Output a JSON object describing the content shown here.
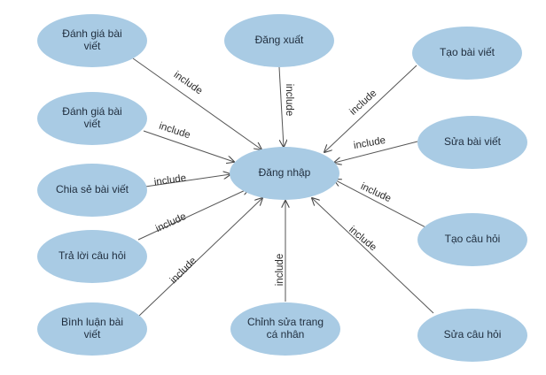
{
  "colors": {
    "ellipse_fill": "#a9cbe4",
    "edge": "#555555",
    "arrowhead": "#444444"
  },
  "center": {
    "lines": [
      "Đăng nhập"
    ]
  },
  "use_cases": [
    {
      "id": "uc-danh-gia-bai-viet-1",
      "lines": [
        "Đánh giá bài",
        "viết"
      ]
    },
    {
      "id": "uc-danh-gia-bai-viet-2",
      "lines": [
        "Đánh giá bài",
        "viết"
      ]
    },
    {
      "id": "uc-chia-se-bai-viet",
      "lines": [
        "Chia sẻ bài viết"
      ]
    },
    {
      "id": "uc-tra-loi-cau-hoi",
      "lines": [
        "Trả lời câu hỏi"
      ]
    },
    {
      "id": "uc-binh-luan-bai-viet",
      "lines": [
        "Bình luận bài",
        "viết"
      ]
    },
    {
      "id": "uc-dang-xuat",
      "lines": [
        "Đăng xuất"
      ]
    },
    {
      "id": "uc-chinh-sua-trang-ca-nhan",
      "lines": [
        "Chỉnh sửa trang",
        "cá nhân"
      ]
    },
    {
      "id": "uc-tao-bai-viet",
      "lines": [
        "Tạo bài viết"
      ]
    },
    {
      "id": "uc-sua-bai-viet",
      "lines": [
        "Sửa bài viết"
      ]
    },
    {
      "id": "uc-tao-cau-hoi",
      "lines": [
        "Tạo câu hỏi"
      ]
    },
    {
      "id": "uc-sua-cau-hoi",
      "lines": [
        "Sửa câu hỏi"
      ]
    }
  ],
  "relationships": [
    {
      "from": "uc-danh-gia-bai-viet-1",
      "label": "include"
    },
    {
      "from": "uc-danh-gia-bai-viet-2",
      "label": "include"
    },
    {
      "from": "uc-chia-se-bai-viet",
      "label": "include"
    },
    {
      "from": "uc-tra-loi-cau-hoi",
      "label": "include"
    },
    {
      "from": "uc-binh-luan-bai-viet",
      "label": "include"
    },
    {
      "from": "uc-dang-xuat",
      "label": "include"
    },
    {
      "from": "uc-chinh-sua-trang-ca-nhan",
      "label": "include"
    },
    {
      "from": "uc-tao-bai-viet",
      "label": "include"
    },
    {
      "from": "uc-sua-bai-viet",
      "label": "include"
    },
    {
      "from": "uc-tao-cau-hoi",
      "label": "include"
    },
    {
      "from": "uc-sua-cau-hoi",
      "label": "include"
    }
  ]
}
